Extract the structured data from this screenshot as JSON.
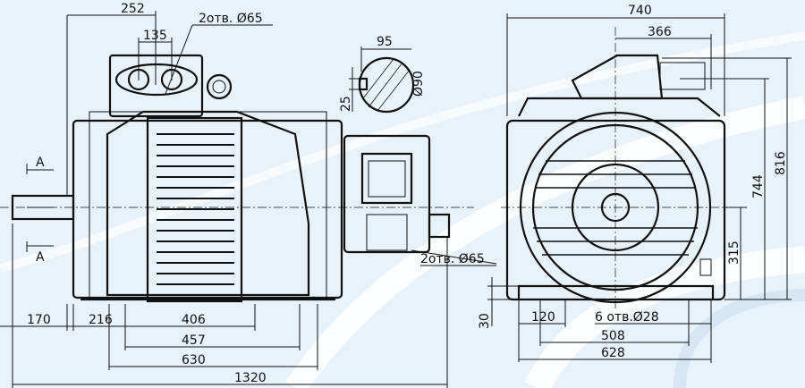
{
  "side_view": {
    "dim_252": "252",
    "dim_135": "135",
    "terminal_holes": "2отв. Ø65",
    "section_mark_top": "A",
    "section_mark_bottom": "A",
    "flange_holes": "2отв. Ø65",
    "dim_170": "170",
    "dim_216": "216",
    "dim_406": "406",
    "dim_457": "457",
    "dim_630": "630",
    "dim_1320": "1320"
  },
  "shaft_section": {
    "dim_95": "95",
    "dim_25": "25",
    "dim_d90": "Ø90"
  },
  "end_view": {
    "dim_740": "740",
    "dim_366": "366",
    "dim_744": "744",
    "dim_816": "816",
    "dim_315": "315",
    "dim_30": "30",
    "dim_120": "120",
    "mount_holes": "6 отв.Ø28",
    "dim_508": "508",
    "dim_628": "628"
  }
}
